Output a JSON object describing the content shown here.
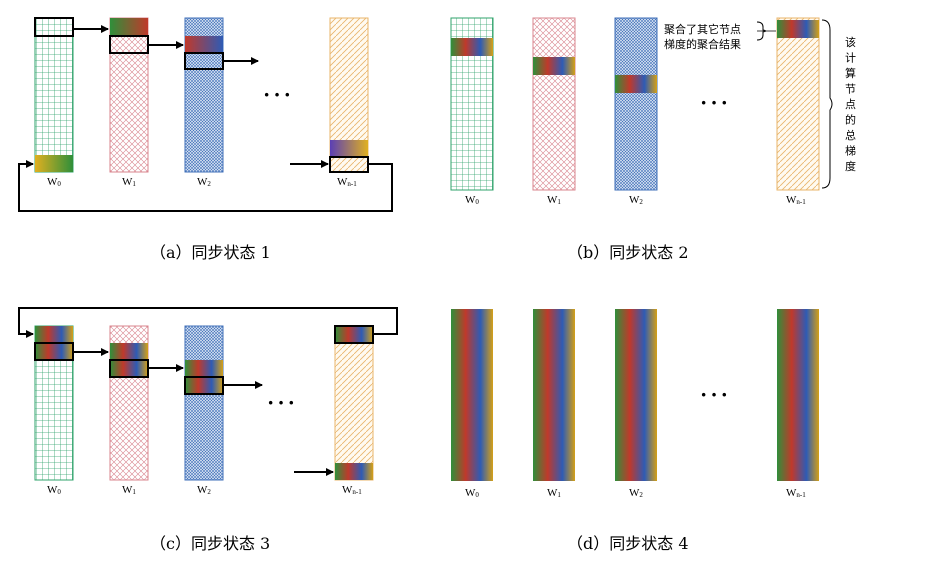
{
  "captions": {
    "a": "（a）同步状态 1",
    "b": "（b）同步状态 2",
    "c": "（c）同步状态 3",
    "d": "（d）同步状态 4"
  },
  "worker_labels": [
    {
      "base": "W",
      "sub": "0"
    },
    {
      "base": "W",
      "sub": "1"
    },
    {
      "base": "W",
      "sub": "2"
    },
    {
      "base": "W",
      "sub": "n-1"
    }
  ],
  "ellipsis": "···",
  "annotations": {
    "aggregated_line1": "聚合了其它节点",
    "aggregated_line2": "梯度的聚合结果",
    "total_gradient": "该计算节点的总梯度"
  },
  "colors": {
    "worker0_pattern": "#2fa36b",
    "worker1_pattern": "#d9848e",
    "worker2_pattern": "#3f6fb8",
    "workern_pattern": "#e8b46a",
    "aggregate_gradient": [
      "#2f8f3a",
      "#c0392b",
      "#2e5bb5",
      "#d4a017"
    ],
    "arrow": "#000000"
  }
}
